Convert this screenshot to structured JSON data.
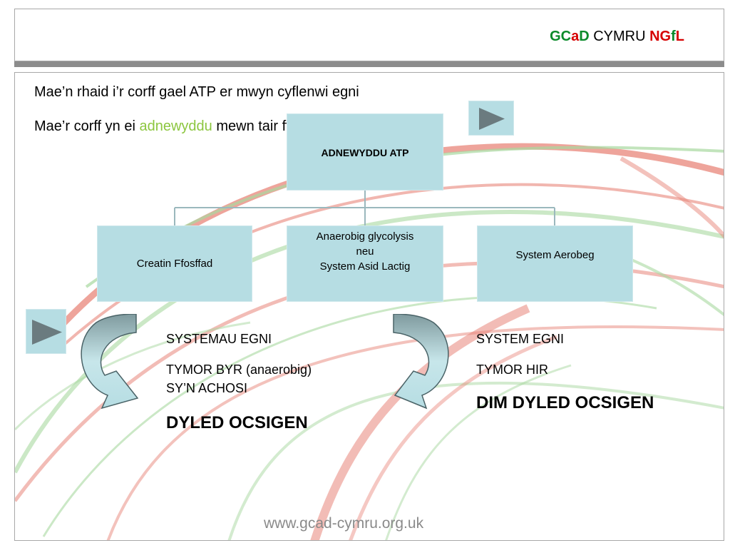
{
  "header": {
    "logo_gc": "GC",
    "logo_a": "a",
    "logo_d": "D",
    "logo_cymru": " CYMRU ",
    "logo_ng": "NG",
    "logo_f": "f",
    "logo_l": "L"
  },
  "intro": {
    "line1": "Mae’n rhaid i’r corff gael ATP er mwyn cyflenwi egni",
    "line2_start": "Mae’r corff yn ei ",
    "line2_accent": "adnewyddu",
    "line2_end": " mewn tair ffordd:"
  },
  "diagram": {
    "root": "ADNEWYDDU ATP",
    "left": "Creatin Ffosffad",
    "middle_line1": "Anaerobig glycolysis",
    "middle_line2": "neu",
    "middle_line3": "System Asid Lactig",
    "right": "System Aerobeg"
  },
  "left_info": {
    "heading": "SYSTEMAU EGNI",
    "term_line1": "TYMOR BYR (anaerobig)",
    "term_line2": "SY’N ACHOSI",
    "result": "DYLED OCSIGEN"
  },
  "right_info": {
    "heading": "SYSTEM EGNI",
    "term": "TYMOR HIR",
    "result": "DIM DYLED OCSIGEN"
  },
  "footer": {
    "url": "www.gcad-cymru.org.uk"
  },
  "colors": {
    "accent_green": "#8cc63f",
    "box_fill": "#b6dde3",
    "logo_green": "#0a8a2a",
    "logo_red": "#d60000",
    "swoosh_red": "#e57373",
    "swoosh_green": "#a5d6a7"
  },
  "icons": [
    "play-icon",
    "curved-arrow-icon"
  ]
}
